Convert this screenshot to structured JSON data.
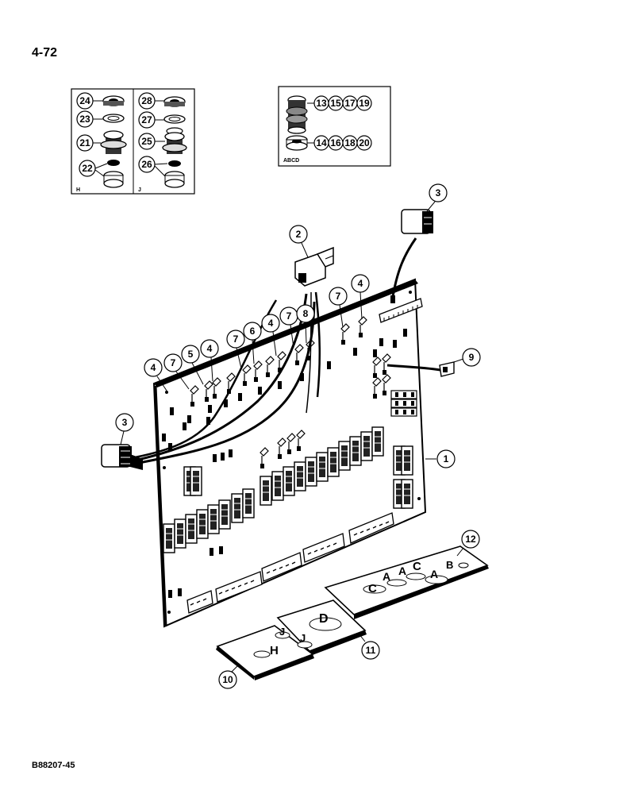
{
  "page": {
    "number": "4-72",
    "code": "B88207-45"
  },
  "inset_left": {
    "callouts": [
      "24",
      "23",
      "21",
      "22",
      "28",
      "27",
      "25",
      "26"
    ],
    "labels": {
      "left": "H",
      "right": "J"
    }
  },
  "inset_right": {
    "callouts": [
      "13",
      "15",
      "17",
      "19",
      "14",
      "16",
      "18",
      "20"
    ],
    "label": "ABCD"
  },
  "main_callouts": [
    "1",
    "2",
    "3",
    "3",
    "4",
    "4",
    "4",
    "4",
    "5",
    "6",
    "7",
    "7",
    "7",
    "7",
    "8",
    "9",
    "10",
    "11",
    "12"
  ],
  "plate_letters": {
    "plate_10": [
      "H",
      "J",
      "J"
    ],
    "plate_11": [
      "D"
    ],
    "plate_12": [
      "C",
      "A",
      "A",
      "C",
      "A",
      "B"
    ]
  }
}
